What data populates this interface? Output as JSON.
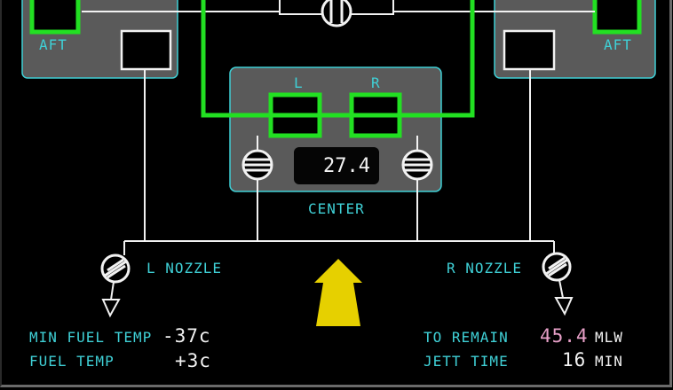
{
  "tanks": {
    "left_aft_label": "AFT",
    "right_aft_label": "AFT",
    "center_label": "CENTER",
    "center_pump_left_label": "L",
    "center_pump_right_label": "R",
    "center_quantity": "27.4"
  },
  "nozzles": {
    "left_label": "L NOZZLE",
    "right_label": "R NOZZLE"
  },
  "status": {
    "min_fuel_temp_label": "MIN FUEL TEMP",
    "min_fuel_temp_value": "-37c",
    "fuel_temp_label": "FUEL TEMP",
    "fuel_temp_value": "+3c",
    "to_remain_label": "TO REMAIN",
    "to_remain_value": "45.4",
    "to_remain_unit": "MLW",
    "jett_time_label": "JETT TIME",
    "jett_time_value": "16",
    "jett_time_unit": "MIN"
  },
  "colors": {
    "background": "#000000",
    "tank_fill": "#5a5a5a",
    "tank_border": "#3fd0d6",
    "active_line": "#22e022",
    "line": "#f2f2f2",
    "arrow": "#e6d000",
    "remain_value": "#e8a0c8"
  }
}
